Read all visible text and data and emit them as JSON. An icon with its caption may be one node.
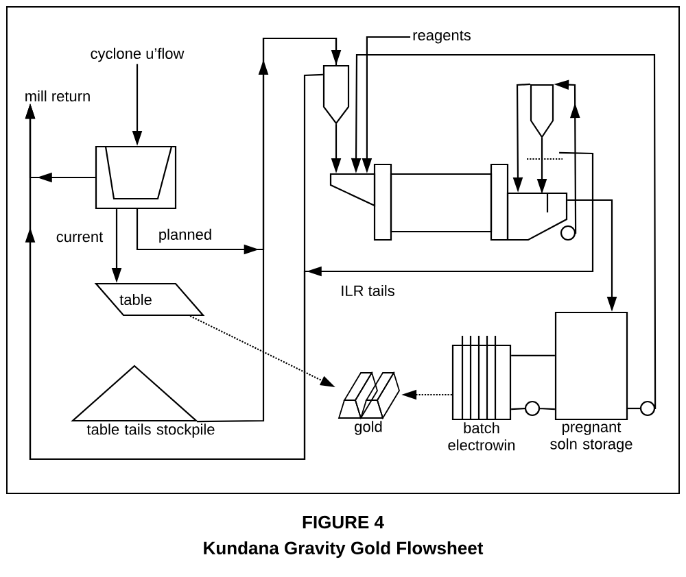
{
  "diagram": {
    "title": "FIGURE 4",
    "caption": "Kundana Gravity Gold Flowsheet",
    "nodes": [
      {
        "text": [
          "cyclone u’flow"
        ]
      },
      {
        "text": [],
        "shape": "box"
      },
      {
        "text": [
          "mill return"
        ]
      },
      {
        "text": [
          "table"
        ]
      },
      {
        "text": [
          "table tails stockpile"
        ]
      },
      {
        "text": [],
        "shape": "cyclone"
      },
      {
        "text": [
          "reagents"
        ]
      },
      {
        "text": [],
        "shape": "drum"
      },
      {
        "text": [],
        "shape": "cyclone"
      },
      {
        "text": [
          "gold"
        ]
      },
      {
        "text": [
          "batch electrowin"
        ]
      },
      {
        "text": [
          "pregnant soln storage"
        ]
      }
    ],
    "edges": [
      {
        "from": 0,
        "to": 1,
        "arrow": "to"
      },
      {
        "from": 1,
        "to": 2,
        "arrow": "to"
      },
      {
        "from": 1,
        "to": 3,
        "arrow": "to",
        "label": "current"
      },
      {
        "from": 1,
        "to": 5,
        "arrow": "to",
        "label": "planned"
      },
      {
        "from": 4,
        "to": 5,
        "arrow": "to"
      },
      {
        "from": 5,
        "to": 7,
        "arrow": "to"
      },
      {
        "from": 6,
        "to": 7,
        "arrow": "to"
      },
      {
        "from": 11,
        "to": 7,
        "arrow": "to"
      },
      {
        "from": 5,
        "to": 2,
        "arrow": "to"
      },
      {
        "from": 7,
        "to": 2,
        "arrow": "to",
        "label": "ILR tails"
      },
      {
        "from": 7,
        "to": 8,
        "arrow": "to"
      },
      {
        "from": 8,
        "to": 7,
        "arrow": "to"
      },
      {
        "from": 8,
        "to": 7,
        "arrow": "to"
      },
      {
        "from": 7,
        "to": 11,
        "arrow": "to"
      },
      {
        "from": 3,
        "to": 9,
        "arrow": "to",
        "style": "dashed"
      },
      {
        "from": 10,
        "to": 9,
        "arrow": "to",
        "style": "dashed"
      },
      {
        "from": 10,
        "to": 11,
        "arrow": "none"
      },
      {
        "from": 10,
        "to": 11,
        "arrow": "none"
      }
    ]
  }
}
